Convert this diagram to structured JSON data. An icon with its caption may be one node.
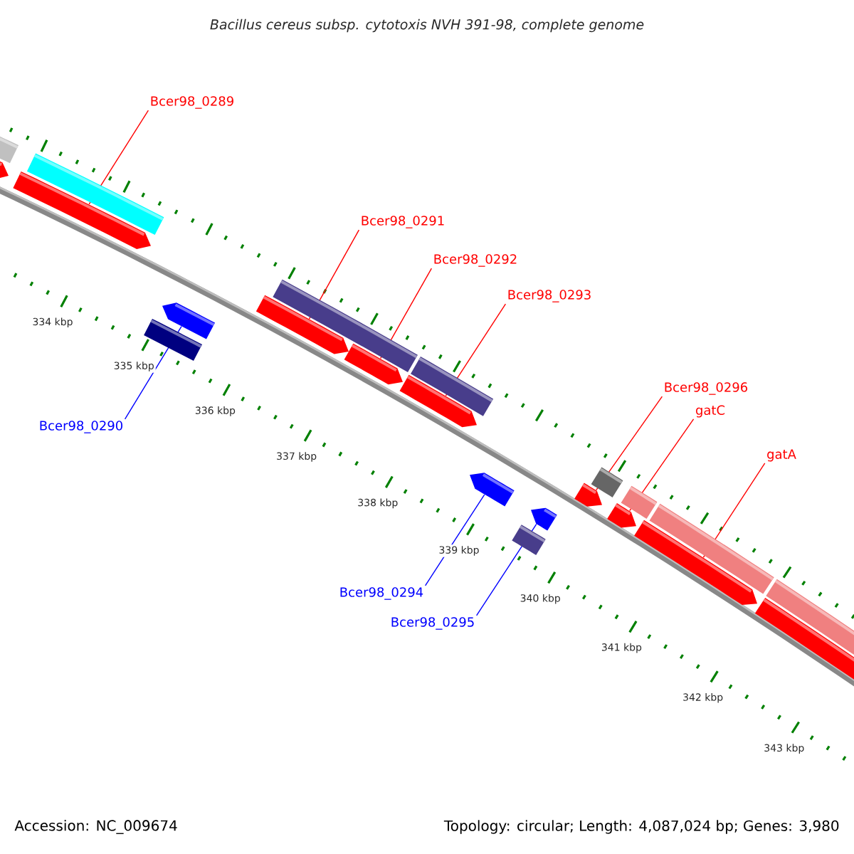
{
  "diagram": {
    "title": "Bacillus cereus subsp. cytotoxis NVH 391-98, complete genome",
    "nodes": [
      {
        "text": [
          "Bcer98_0289"
        ]
      },
      {
        "text": [
          "Bcer98_0291"
        ]
      },
      {
        "text": [
          "Bcer98_0292"
        ]
      },
      {
        "text": [
          "Bcer98_0293"
        ]
      },
      {
        "text": [
          "Bcer98_0296"
        ]
      },
      {
        "text": [
          "gatC"
        ]
      },
      {
        "text": [
          "gatA"
        ]
      },
      {
        "text": [
          "Bcer98_0290"
        ]
      },
      {
        "text": [
          "Bcer98_0294"
        ]
      },
      {
        "text": [
          "Bcer98_0295"
        ]
      },
      {
        "text": [],
        "shape": "bar"
      },
      {
        "text": [],
        "shape": "bar"
      },
      {
        "text": [],
        "shape": "bar"
      },
      {
        "text": [],
        "shape": "bar"
      },
      {
        "text": [],
        "shape": "bar"
      },
      {
        "text": [],
        "shape": "bar"
      },
      {
        "text": [],
        "shape": "bar"
      },
      {
        "text": [],
        "shape": "bar"
      },
      {
        "text": [],
        "shape": "bar"
      },
      {
        "text": [],
        "shape": "bar"
      },
      {
        "text": [],
        "shape": "bar"
      },
      {
        "text": [],
        "shape": "bar"
      }
    ],
    "edges": [
      {
        "from": 0,
        "to": 10,
        "arrow": "none"
      },
      {
        "from": 1,
        "to": 11,
        "arrow": "none"
      },
      {
        "from": 2,
        "to": 12,
        "arrow": "none"
      },
      {
        "from": 3,
        "to": 13,
        "arrow": "none"
      },
      {
        "from": 4,
        "to": 14,
        "arrow": "none"
      },
      {
        "from": 5,
        "to": 15,
        "arrow": "none"
      },
      {
        "from": 6,
        "to": 16,
        "arrow": "none"
      },
      {
        "from": 7,
        "to": 17,
        "arrow": "none",
        "color": "#0000ff"
      },
      {
        "from": 8,
        "to": 18,
        "arrow": "none",
        "color": "#0000ff"
      },
      {
        "from": 9,
        "to": 19,
        "arrow": "none",
        "color": "#0000ff"
      }
    ],
    "labels": [
      "334 kbp",
      "335 kbp",
      "336 kbp",
      "337 kbp",
      "338 kbp",
      "339 kbp",
      "340 kbp",
      "341 kbp",
      "342 kbp",
      "343 kbp",
      "Accession: NC_009674",
      "Topology: circular; Length: 4,087,024 bp; Genes: 3,980"
    ]
  }
}
